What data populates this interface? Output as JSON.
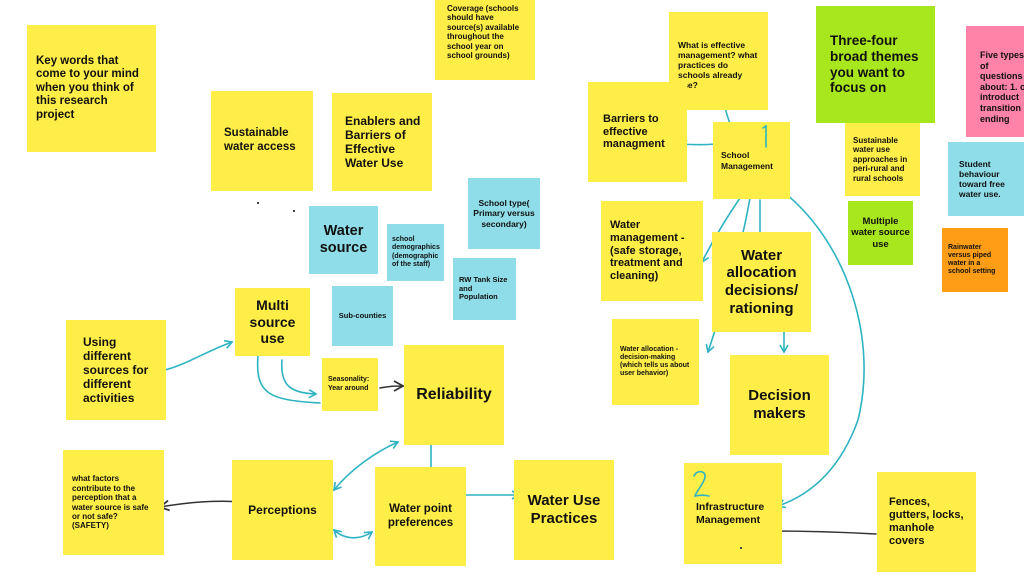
{
  "notes": {
    "key_words": "Key words that come to your mind when you think of this research project",
    "sustainable_access": "Sustainable water access",
    "enablers_barriers": "Enablers and Barriers of Effective Water Use",
    "coverage": "Coverage (schools should have source(s) available throughout the school year on school grounds)",
    "school_type": "School type( Primary versus secondary)",
    "water_source": "Water source",
    "school_demographics": "school demographics (demographic of the staff)",
    "rw_tank": "RW Tank Size and Population",
    "sub_counties": "Sub-counties",
    "multi_source": "Multi source use",
    "using_sources": "Using different sources for different activities",
    "seasonality": "Seasonality: Year around",
    "reliability": "Reliability",
    "perceptions": "Perceptions",
    "safety_factors": "what factors contribute to the perception that a water source is safe or not safe? (SAFETY)",
    "water_point_prefs": "Water point preferences",
    "water_use_practices": "Water Use Practices",
    "effective_management_q": "What is effective management? what practices do schools already use?",
    "barriers_management": "Barriers to effective managment",
    "school_management": "School Management",
    "water_management": "Water management - (safe storage, treatment and cleaning)",
    "water_allocation": "Water allocation decisions/ rationing",
    "allocation_decision_making": "Water allocation - decision-making (which tells us about user behavior)",
    "decision_makers": "Decision makers",
    "infrastructure_management": "Infrastructure Management",
    "fences": "Fences, gutters, locks, manhole covers",
    "broad_themes": "Three-four broad themes you want to focus on",
    "five_types": "Five types of questions about: 1. o introduct transition ending",
    "sustainable_approaches": "Sustainable water use approaches in peri-rural and rural schools",
    "student_behaviour": "Student behaviour toward free water use.",
    "multiple_sources": "Multiple water source use",
    "rainwater_piped": "Rainwater versus piped water in a school setting"
  },
  "handwritten": {
    "one": "1",
    "two": "2"
  },
  "colors": {
    "yellow": "#ffee47",
    "cyan": "#8fdde9",
    "green": "#a8e61d",
    "pink": "#ff82a9",
    "orange": "#ff9d16",
    "arrow_teal": "#2eb3c2",
    "arrow_dark": "#333333"
  }
}
